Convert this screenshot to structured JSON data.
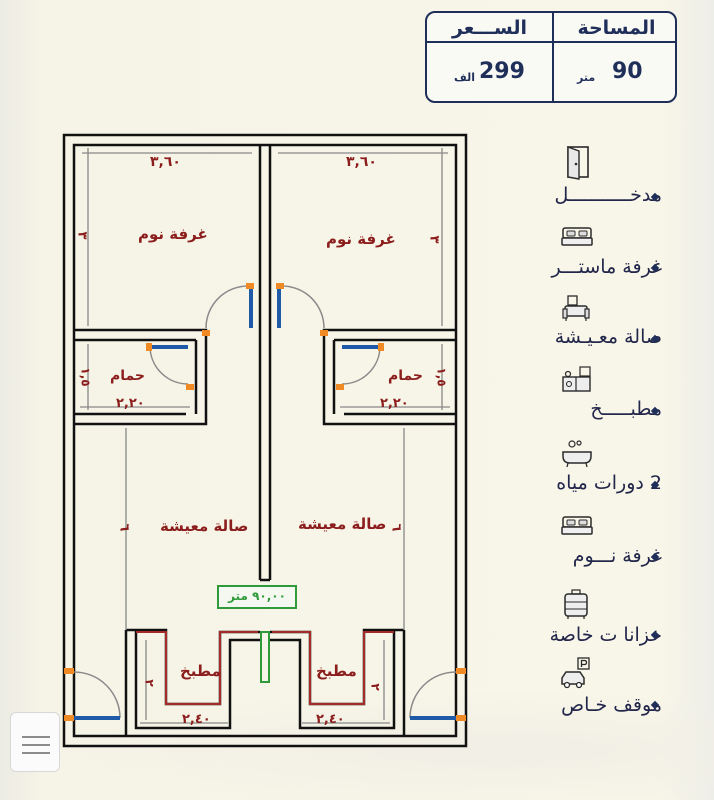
{
  "info": {
    "area_label": "المساحة",
    "area_value": "90",
    "area_unit": "متر",
    "price_label": "الســـعر",
    "price_value": "299",
    "price_unit": "الف"
  },
  "features": [
    {
      "label": "مدخـــــــــــل",
      "icon": "door-icon"
    },
    {
      "label": "غرفة ماستـــر",
      "icon": "bed-icon"
    },
    {
      "label": "صالة معـيـشة",
      "icon": "sofa-icon"
    },
    {
      "label": "مطبـــــخ",
      "icon": "kitchen-icon"
    },
    {
      "label": "2 دورات مياه",
      "icon": "bathtub-icon"
    },
    {
      "label": "غرفة نـــوم",
      "icon": "bed-icon"
    },
    {
      "label": "خزانا ت خاصة",
      "icon": "water-tank-icon"
    },
    {
      "label": "موقف خـاص",
      "icon": "parking-icon"
    }
  ],
  "plan": {
    "bedroom_label": "غرفة نوم",
    "bath_label": "حمام",
    "living_label": "صالة معيشة",
    "kitchen_label": "مطبخ",
    "dim_bedroom_width": "٣,٦٠",
    "dim_bath_width": "٢,٢٠",
    "dim_kitchen_width": "٢,٤٠",
    "dim_bedroom_height": "٣",
    "dim_bath_height": "١,٥",
    "dim_living_height": "٦",
    "dim_kitchen_height": "٢",
    "area_tag": "٩٠,٠٠ متر"
  },
  "colors": {
    "accent": "#1f2f5a",
    "label_red": "#8b1d1d",
    "wall": "#111111",
    "door_orange": "#f08a24",
    "door_blue": "#1e5aa8",
    "area_green": "#2e9a3a"
  }
}
